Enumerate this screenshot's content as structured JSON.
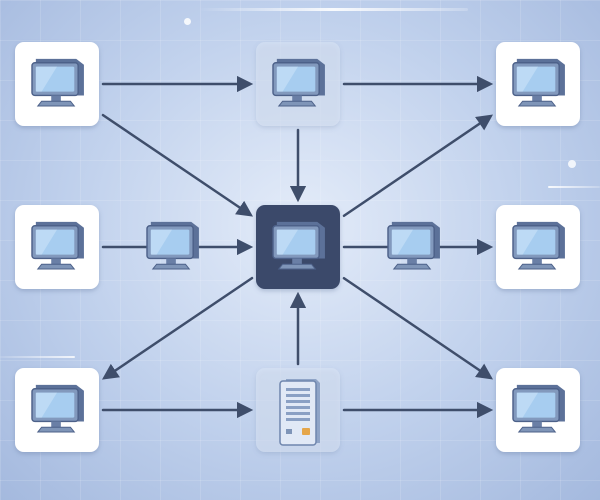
{
  "diagram": {
    "kind": "network-topology",
    "colors": {
      "background": "#bfd0ec",
      "arrow": "#3f4e6b",
      "tile": "#ffffff",
      "tile_translucent": "#dbe5f5",
      "hub": "#3b4a6a",
      "monitor_body": "#7f95b8",
      "monitor_screen": "#9fc6ec",
      "server_body": "#d8e3f3",
      "server_light": "#e5a64a"
    },
    "nodes": [
      {
        "id": "pc-top-left",
        "icon": "monitor-icon",
        "style": "white-tile"
      },
      {
        "id": "pc-top-middle",
        "icon": "monitor-icon",
        "style": "translucent-tile"
      },
      {
        "id": "pc-top-right",
        "icon": "monitor-icon",
        "style": "white-tile"
      },
      {
        "id": "pc-middle-left",
        "icon": "monitor-icon",
        "style": "white-tile"
      },
      {
        "id": "relay-left",
        "icon": "monitor-icon",
        "style": "no-tile"
      },
      {
        "id": "hub-center",
        "icon": "monitor-icon",
        "style": "dark-tile"
      },
      {
        "id": "relay-right",
        "icon": "monitor-icon",
        "style": "no-tile"
      },
      {
        "id": "pc-middle-right",
        "icon": "monitor-icon",
        "style": "white-tile"
      },
      {
        "id": "pc-bottom-left",
        "icon": "monitor-icon",
        "style": "white-tile"
      },
      {
        "id": "server-bottom-middle",
        "icon": "server-tower-icon",
        "style": "translucent-tile"
      },
      {
        "id": "pc-bottom-right",
        "icon": "monitor-icon",
        "style": "white-tile"
      }
    ],
    "edges": [
      {
        "from": "pc-top-left",
        "to": "pc-top-middle"
      },
      {
        "from": "pc-top-middle",
        "to": "pc-top-right"
      },
      {
        "from": "pc-top-middle",
        "to": "hub-center"
      },
      {
        "from": "pc-top-left",
        "to": "hub-center"
      },
      {
        "from": "hub-center",
        "to": "pc-top-right"
      },
      {
        "from": "pc-middle-left",
        "to": "hub-center"
      },
      {
        "from": "hub-center",
        "to": "pc-middle-right"
      },
      {
        "from": "hub-center",
        "to": "pc-bottom-left"
      },
      {
        "from": "server-bottom-middle",
        "to": "hub-center"
      },
      {
        "from": "hub-center",
        "to": "pc-bottom-right"
      },
      {
        "from": "pc-bottom-left",
        "to": "server-bottom-middle"
      },
      {
        "from": "server-bottom-middle",
        "to": "pc-bottom-right"
      }
    ]
  }
}
